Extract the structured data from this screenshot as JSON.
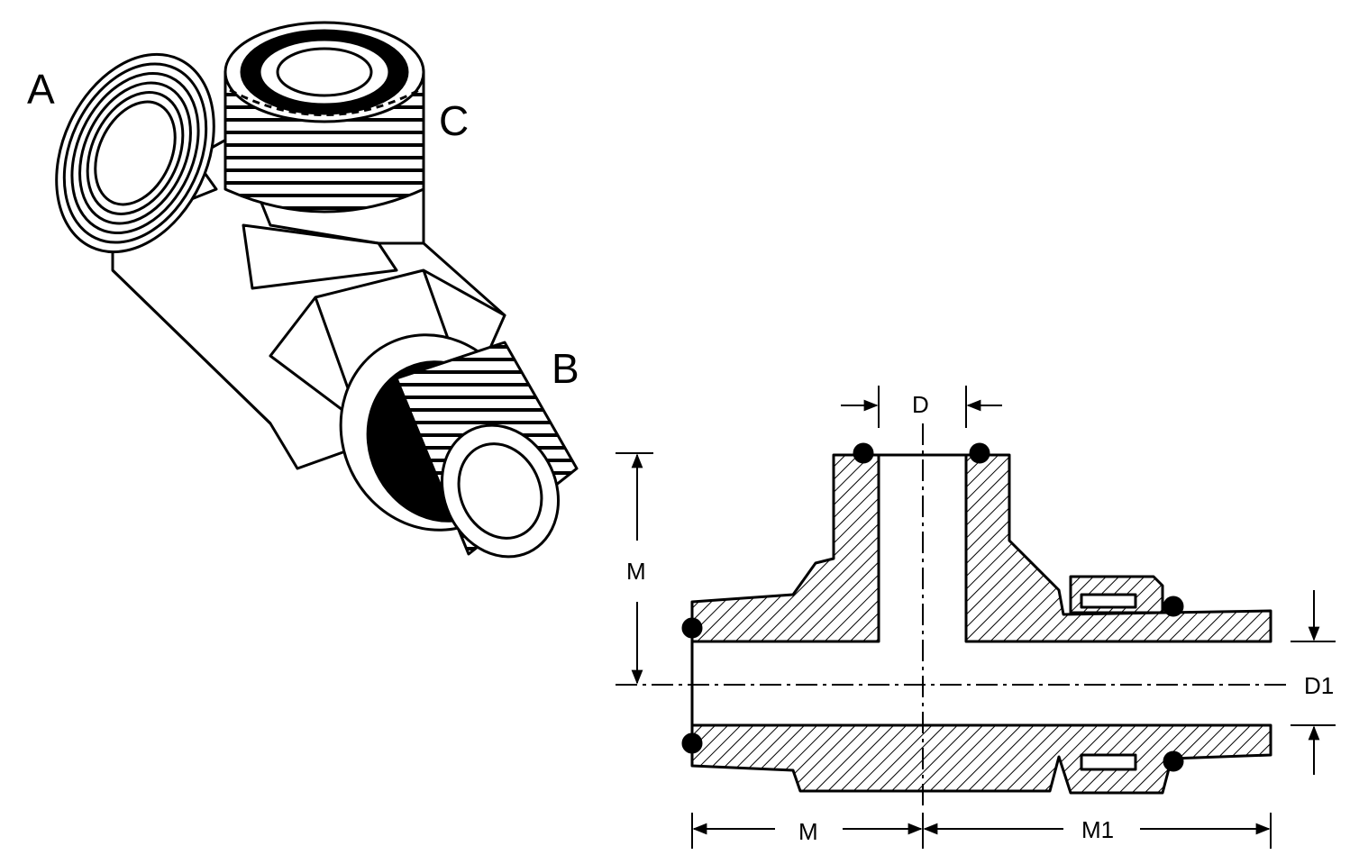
{
  "iso_labels": {
    "a": "A",
    "b": "B",
    "c": "C"
  },
  "dimensions": {
    "d": "D",
    "d1": "D1",
    "m_vertical": "M",
    "m_horizontal": "M",
    "m1": "M1"
  },
  "colors": {
    "ink": "#000000",
    "paper": "#ffffff"
  }
}
